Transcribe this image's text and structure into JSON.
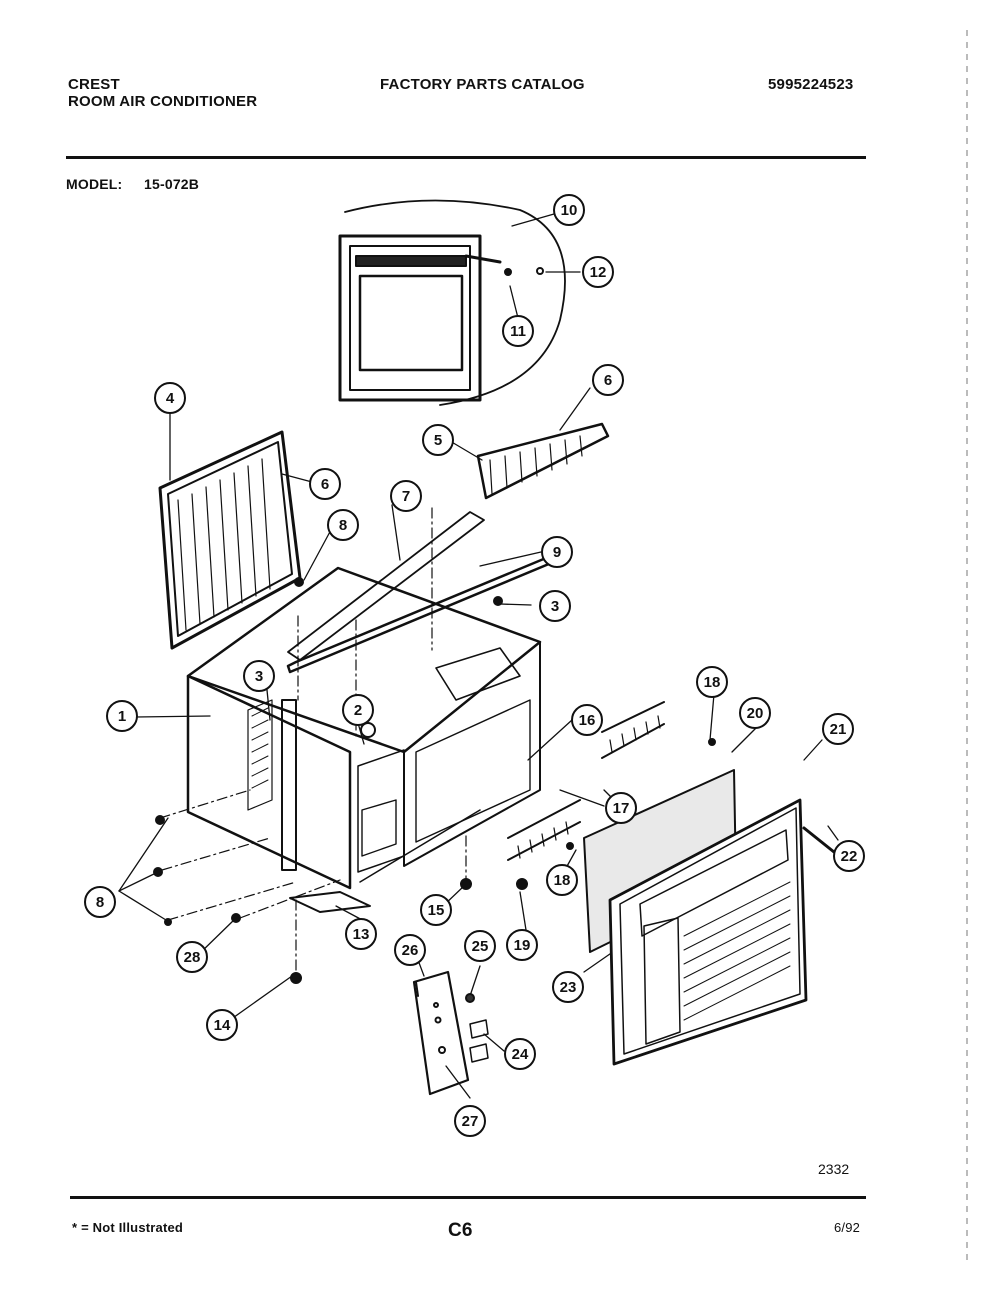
{
  "header": {
    "brand": "CREST",
    "product": "ROOM AIR CONDITIONER",
    "catalog_title": "FACTORY PARTS CATALOG",
    "catalog_number": "5995224523",
    "model_label": "MODEL:",
    "model_value": "15-072B"
  },
  "callouts": [
    "1",
    "2",
    "3",
    "3",
    "4",
    "5",
    "6",
    "6",
    "7",
    "8",
    "8",
    "9",
    "10",
    "11",
    "12",
    "13",
    "14",
    "15",
    "16",
    "17",
    "18",
    "18",
    "19",
    "20",
    "21",
    "22",
    "23",
    "24",
    "25",
    "26",
    "27",
    "28"
  ],
  "figure_number": "2332",
  "footer": {
    "note": "* = Not Illustrated",
    "page": "C6",
    "date": "6/92"
  }
}
